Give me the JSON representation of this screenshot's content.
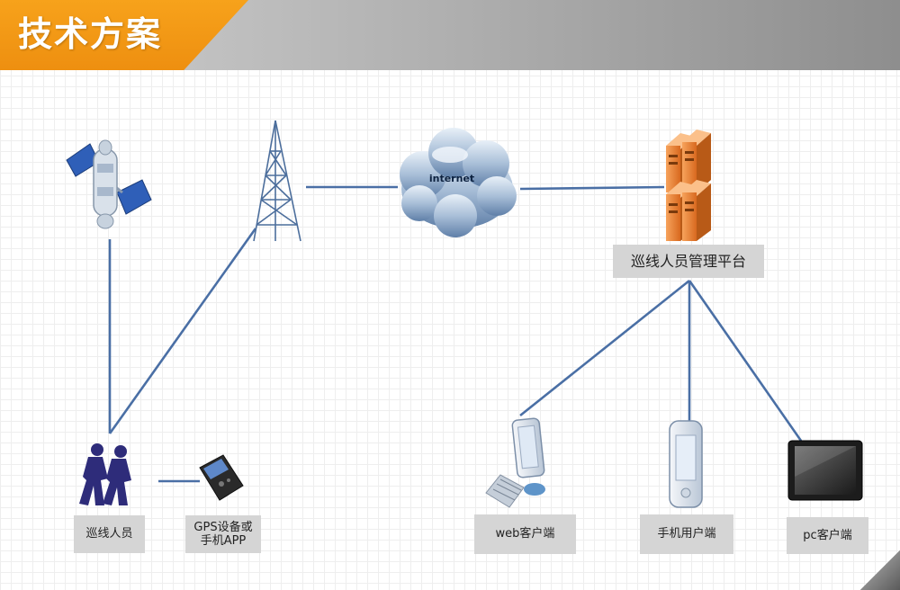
{
  "header": {
    "title": "技术方案",
    "tab_color": "#f39817",
    "bar_color": "#a9a9a9"
  },
  "colors": {
    "connector": "#4a6fa5",
    "label_bg": "#d5d5d5",
    "server": "#f08a3c",
    "walker": "#2e2c7a"
  },
  "nodes": {
    "satellite": {
      "icon": "satellite-icon"
    },
    "tower": {
      "icon": "tower-icon"
    },
    "internet": {
      "icon": "cloud-icon",
      "label": "internet"
    },
    "platform": {
      "icon": "server-icon",
      "label": "巡线人员管理平台"
    },
    "patrol": {
      "icon": "walking-people-icon",
      "label": "巡线人员"
    },
    "gps": {
      "icon": "gps-device-icon",
      "label_line1": "GPS设备或",
      "label_line2": "手机APP"
    },
    "web": {
      "icon": "monitor-keyboard-icon",
      "label": "web客户端"
    },
    "mobile": {
      "icon": "phone-icon",
      "label": "手机用户端"
    },
    "pc": {
      "icon": "tablet-icon",
      "label": "pc客户端"
    }
  }
}
